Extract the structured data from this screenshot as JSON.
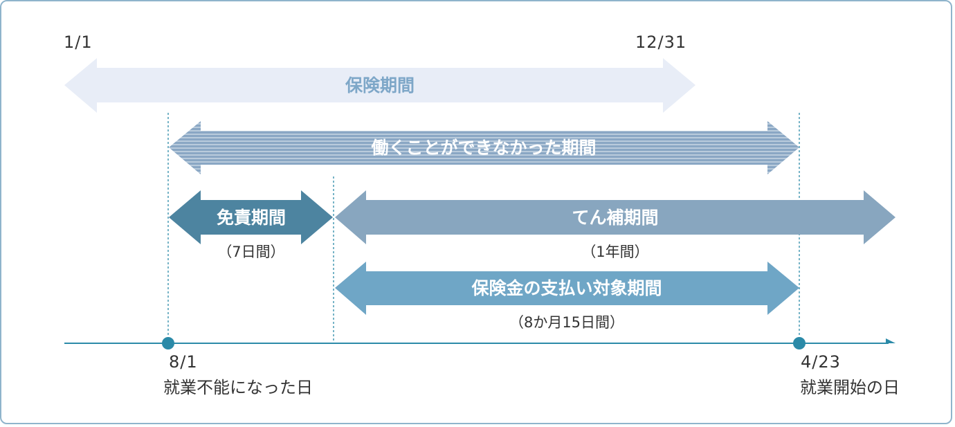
{
  "header": {
    "start_date": "1/1",
    "end_date": "12/31"
  },
  "periods": {
    "insurance_period": "保険期間",
    "unable_to_work_period": "働くことができなかった期間",
    "exemption_period": "免責期間",
    "exemption_duration": "（7日間）",
    "coverage_period": "てん補期間",
    "coverage_duration": "（1年間）",
    "payment_period": "保険金の支払い対象期間",
    "payment_duration": "（8か月15日間）"
  },
  "timeline": {
    "start_date": "8/1",
    "start_caption": "就業不能になった日",
    "end_date": "4/23",
    "end_caption": "就業開始の日"
  },
  "colors": {
    "insurance_fill": "#e8edf7",
    "insurance_text": "#7ea7c8",
    "striped_fill": "#8aa7c4",
    "exemption_fill": "#4d84a0",
    "coverage_fill": "#88a6bf",
    "payment_fill": "#6fa6c6",
    "timeline": "#2b8aa8"
  }
}
